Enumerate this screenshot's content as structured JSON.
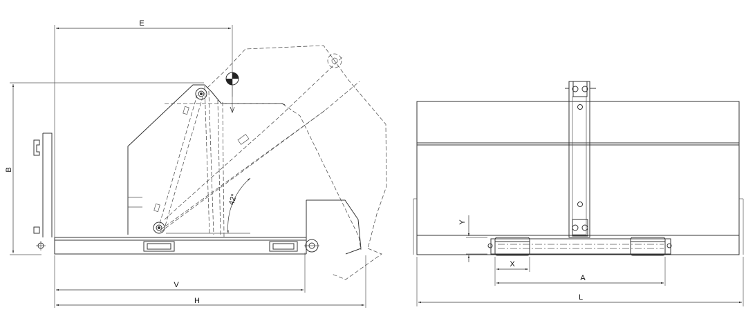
{
  "side_view": {
    "dim_labels": {
      "E": "E",
      "B": "B",
      "V": "V",
      "H": "H",
      "angle": "42°"
    }
  },
  "front_view": {
    "dim_labels": {
      "Y": "Y",
      "X": "X",
      "A": "A",
      "L": "L"
    }
  }
}
